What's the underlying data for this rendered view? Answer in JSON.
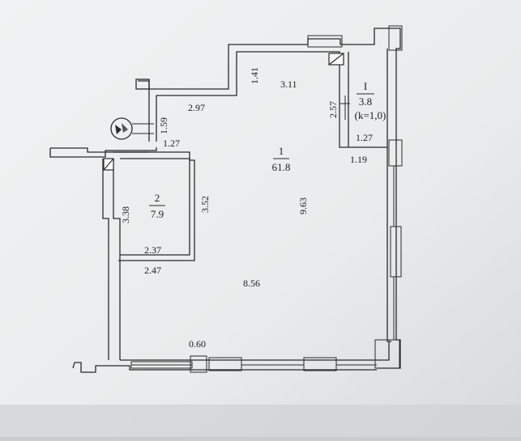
{
  "plan": {
    "rooms": [
      {
        "id": "room-1",
        "number": "1",
        "area": "61.8"
      },
      {
        "id": "room-2",
        "number": "2",
        "area": "7.9"
      },
      {
        "id": "room-I",
        "number": "I",
        "area": "3.8",
        "coef": "(k=1,0)"
      }
    ],
    "dimensions": {
      "d_297": "2.97",
      "d_141": "1.41",
      "d_311": "3.11",
      "d_257": "2.57",
      "d_159": "1.59",
      "d_127a": "1.27",
      "d_127b": "1.27",
      "d_119": "1.19",
      "d_338": "3.38",
      "d_352": "3.52",
      "d_963": "9.63",
      "d_237": "2.37",
      "d_247": "2.47",
      "d_856": "8.56",
      "d_060": "0.60"
    },
    "colors": {
      "paper": "#eeeff0",
      "wall": "#2a2a2a",
      "text": "#1c1c1c"
    }
  }
}
